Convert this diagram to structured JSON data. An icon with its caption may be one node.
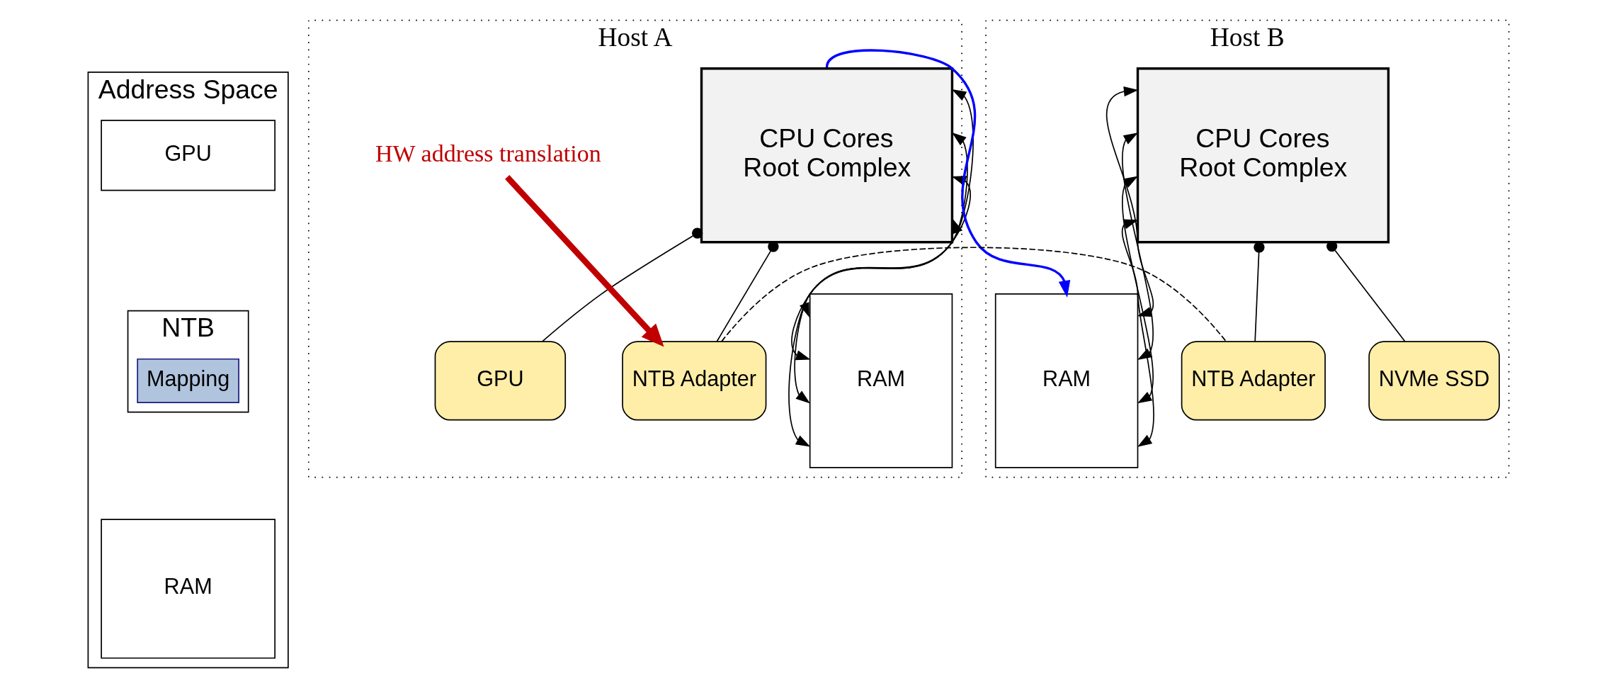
{
  "diagram": {
    "nodes": [
      {
        "text": [
          "Address Space"
        ]
      },
      {
        "text": [
          "GPU"
        ],
        "in": 0
      },
      {
        "text": [
          "NTB"
        ],
        "in": 0
      },
      {
        "text": [
          "Mapping"
        ],
        "in": 2
      },
      {
        "text": [
          "RAM"
        ],
        "in": 0
      },
      {
        "text": [
          "Host A"
        ]
      },
      {
        "text": [
          "CPU Cores",
          "Root Complex"
        ],
        "in": 5
      },
      {
        "text": [
          "RAM"
        ],
        "in": 5
      },
      {
        "text": [
          "HW address translation"
        ],
        "in": 5
      },
      {
        "text": [
          "GPU"
        ],
        "in": 5
      },
      {
        "text": [
          "NTB Adapter"
        ],
        "in": 5
      },
      {
        "text": [
          "Host B"
        ]
      },
      {
        "text": [
          "RAM"
        ],
        "in": 11
      },
      {
        "text": [
          "CPU Cores",
          "Root Complex"
        ],
        "in": 11
      },
      {
        "text": [
          "NTB Adapter"
        ],
        "in": 11
      },
      {
        "text": [
          "NVMe SSD"
        ],
        "in": 11
      }
    ],
    "edges": [
      {
        "from": 6,
        "to": 7,
        "arrow": "both"
      },
      {
        "from": 6,
        "to": 7,
        "arrow": "both"
      },
      {
        "from": 6,
        "to": 7,
        "arrow": "both"
      },
      {
        "from": 6,
        "to": 7,
        "arrow": "both"
      },
      {
        "from": 13,
        "to": 12,
        "arrow": "both"
      },
      {
        "from": 13,
        "to": 12,
        "arrow": "both"
      },
      {
        "from": 13,
        "to": 12,
        "arrow": "both"
      },
      {
        "from": 13,
        "to": 12,
        "arrow": "both"
      },
      {
        "from": 6,
        "to": 9,
        "arrow": "other"
      },
      {
        "from": 6,
        "to": 10,
        "arrow": "other"
      },
      {
        "from": 13,
        "to": 14,
        "arrow": "other"
      },
      {
        "from": 13,
        "to": 15,
        "arrow": "other"
      },
      {
        "from": 8,
        "to": 10,
        "arrow": "to",
        "style": "thick",
        "color": "#c00000"
      },
      {
        "from": 10,
        "to": 14,
        "arrow": "none",
        "style": "dashed"
      },
      {
        "from": 6,
        "to": 12,
        "arrow": "to",
        "color": "#0000ff"
      }
    ]
  }
}
